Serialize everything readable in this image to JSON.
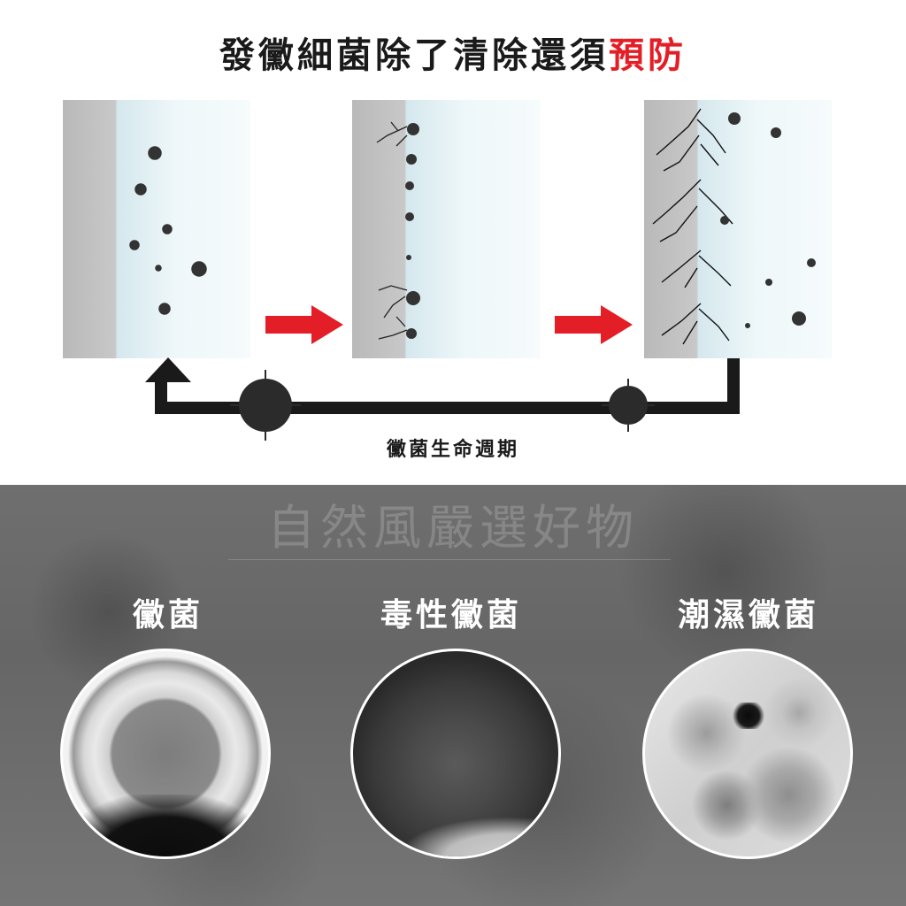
{
  "title": {
    "main": "發黴細菌除了清除還須",
    "highlight": "預防"
  },
  "cycle_label": "黴菌生命週期",
  "watermark": "自然風嚴選好物",
  "types": [
    {
      "label": "黴菌"
    },
    {
      "label": "毒性黴菌"
    },
    {
      "label": "潮濕黴菌"
    }
  ],
  "colors": {
    "highlight": "#e41e26",
    "arrow": "#e41e26",
    "loop": "#1a1a1a"
  },
  "icons": [
    "mold-spore-icon",
    "red-arrow-icon",
    "black-loop-arrow-icon",
    "virus-icon"
  ]
}
